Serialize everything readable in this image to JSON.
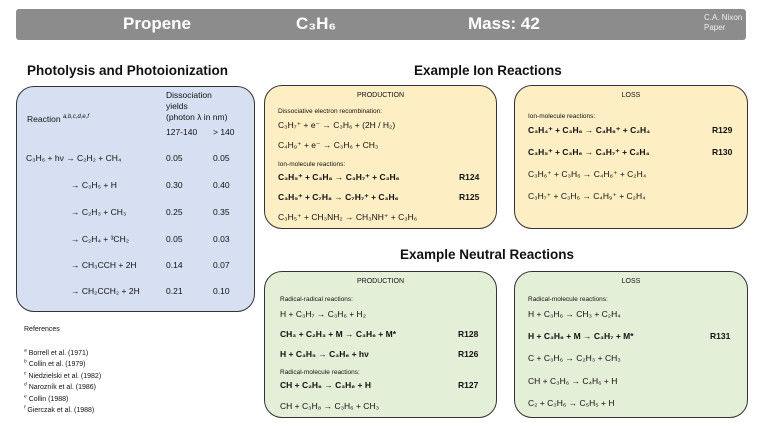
{
  "banner": {
    "name": "Propene",
    "formula": "C₃H₆",
    "mass": "Mass: 42",
    "credit_line1": "C.A. Nixon",
    "credit_line2": "Paper"
  },
  "photolysis": {
    "title": "Photolysis and Photoionization",
    "reaction_header": "Reaction",
    "reaction_sup": "a,b,c,d,e,f",
    "yield_header": [
      "Dissociation",
      "yields",
      "(photon λ in nm)"
    ],
    "col1": "127-140",
    "col2": "> 140",
    "rows": [
      {
        "reaction": "C₃H₆ + hν → C₂H₂ + CH₄",
        "y1": "0.05",
        "y2": "0.05"
      },
      {
        "reaction": "→ C₃H₅ + H",
        "y1": "0.30",
        "y2": "0.40"
      },
      {
        "reaction": "→ C₂H₃ + CH₃",
        "y1": "0.25",
        "y2": "0.35"
      },
      {
        "reaction": "→ C₂H₄ + ³CH₂",
        "y1": "0.05",
        "y2": "0.03"
      },
      {
        "reaction": "→ CH₃CCH + 2H",
        "y1": "0.14",
        "y2": "0.07"
      },
      {
        "reaction": "→ CH₂CCH₂ + 2H",
        "y1": "0.21",
        "y2": "0.10"
      }
    ]
  },
  "references": {
    "title": "References",
    "items": [
      {
        "mark": "a",
        "text": "Borrell et al. (1971)"
      },
      {
        "mark": "b",
        "text": "Collin et al. (1979)"
      },
      {
        "mark": "c",
        "text": "Niedzielski et al. (1982)"
      },
      {
        "mark": "d",
        "text": "Narozník et al. (1986)"
      },
      {
        "mark": "e",
        "text": "Collin (1988)"
      },
      {
        "mark": "f",
        "text": "Gierczak et al. (1988)"
      }
    ]
  },
  "ion": {
    "title": "Example Ion Reactions",
    "production": {
      "header": "PRODUCTION",
      "sub1": "Dissociative electron recombination:",
      "r1": "C₃H₇⁺ + e⁻ → C₃H₆ + (2H / H₂)",
      "r2": "C₄H₉⁺ + e⁻ → C₃H₆ + CH₃",
      "sub2": "Ion-molecule reactions:",
      "r3": "C₃H₅⁺ + C₃H₈     → C₃H₇⁺ + C₃H₆",
      "r3id": "R124",
      "r4": "C₃H₅⁺ + C₇H₈     → C₇H₇⁺ + C₃H₆",
      "r4id": "R125",
      "r5": "C₃H₅⁺ + CH₃NH₂ → CH₃NH⁺ + C₃H₆"
    },
    "loss": {
      "header": "LOSS",
      "sub1": "Ion-molecule reactions:",
      "r1": "C₃H₄⁺ + C₃H₆ → C₄H₆⁺ + C₂H₄",
      "r1id": "R129",
      "r2": "C₃H₅⁺ + C₃H₆ → C₄H₇⁺ + C₂H₄",
      "r2id": "R130",
      "r3": "C₃H₆⁺ + C₃H₆ → C₄H₈⁺ + C₂H₄",
      "r4": "C₃H₇⁺ + C₃H₆ → C₄H₉⁺ + C₂H₄"
    }
  },
  "neutral": {
    "title": "Example Neutral Reactions",
    "production": {
      "header": "PRODUCTION",
      "sub1": "Radical-radical reactions:",
      "r1": "H + C₃H₇          → C₃H₆ + H₂",
      "r2": "CH₃ + C₂H₃ + M → C₃H₆ + M*",
      "r2id": "R128",
      "r3": "H + C₃H₅          → C₃H₆ + hν",
      "r3id": "R126",
      "sub2": "Radical-molecule reactions:",
      "r4": "CH + C₂H₆        → C₃H₆ + H",
      "r4id": "R127",
      "r5": "CH + C₃H₈        → C₃H₆ + CH₃"
    },
    "loss": {
      "header": "LOSS",
      "sub1": "Radical-molecule reactions:",
      "r1": "H + C₃H₆          → CH₃ + C₂H₄",
      "r2": "H + C₃H₆ + M    → C₃H₇ + M*",
      "r2id": "R131",
      "r3": "C + C₃H₆           → C₂H₃ + CH₃",
      "r4": "CH + C₃H₆         → C₄H₆ + H",
      "r5": "C₂ + C₃H₆          → C₅H₅ + H"
    }
  },
  "colors": {
    "banner": "#8c8c8c",
    "ion_fill": "#fdefc3",
    "neutral_fill": "#e4efd7",
    "photo_fill": "#d7e0f2"
  }
}
